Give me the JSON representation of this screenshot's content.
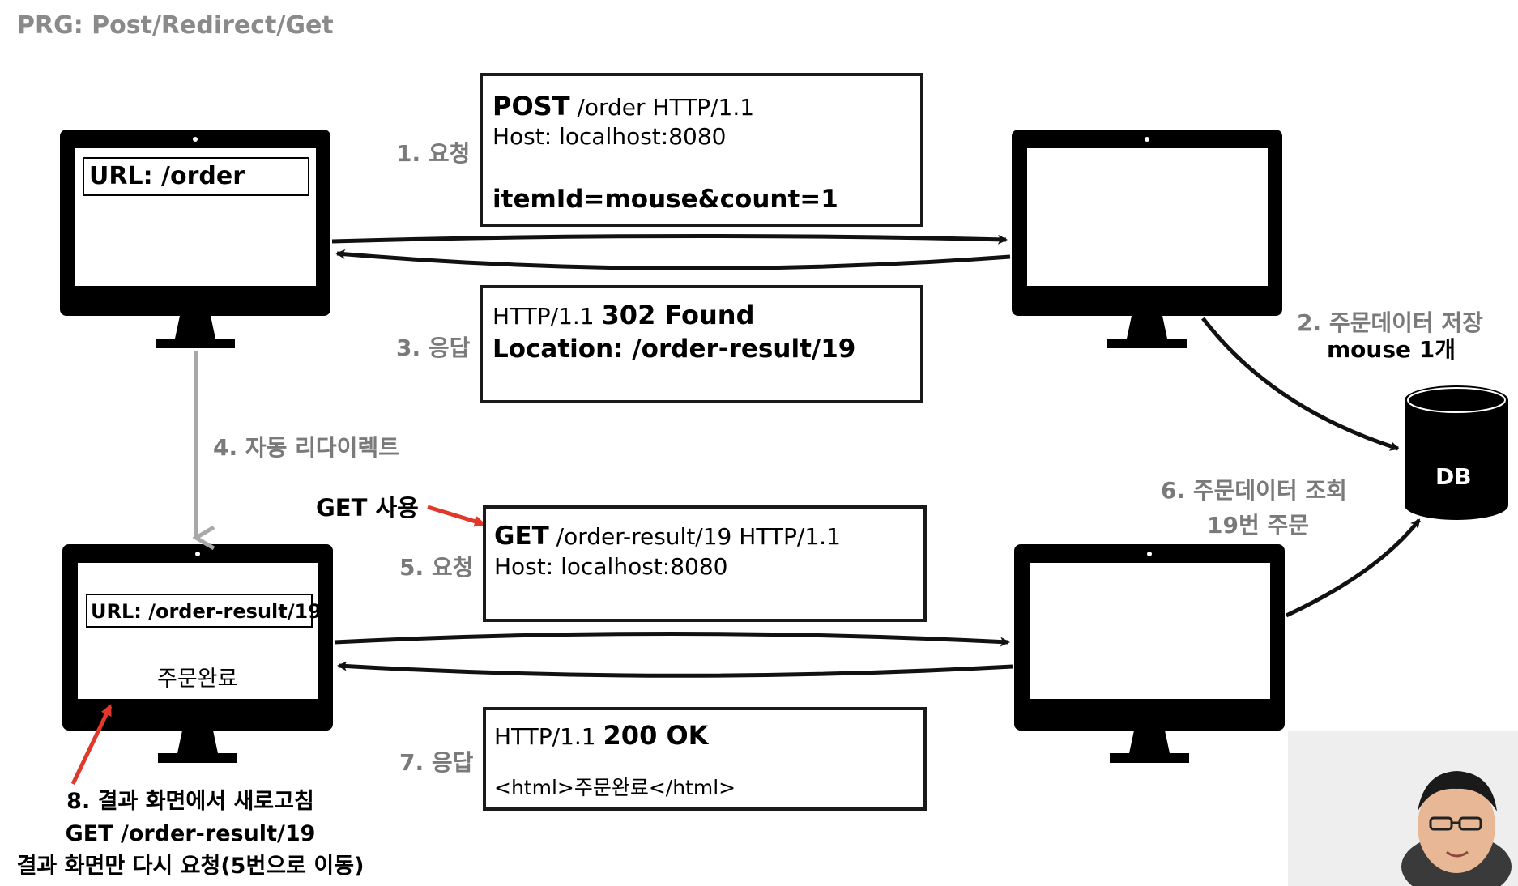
{
  "title": "PRG: Post/Redirect/Get",
  "steps": {
    "s1": "1. 요청",
    "s2a": "2. 주문데이터 저장",
    "s2b": "mouse 1개",
    "s3": "3. 응답",
    "s4": "4. 자동 리다이렉트",
    "s5": "5. 요청",
    "s6a": "6. 주문데이터 조회",
    "s6b": "19번 주문",
    "s7": "7. 응답",
    "s8a": "8. 결과 화면에서 새로고침",
    "s8b": "GET /order-result/19",
    "s8c": "결과 화면만 다시 요청(5번으로 이동)"
  },
  "boxes": {
    "post": {
      "method": "POST",
      "path": " /order HTTP/1.1",
      "host": "Host: localhost:8080",
      "body": "itemId=mouse&count=1"
    },
    "resp302": {
      "version": "HTTP/1.1 ",
      "status": "302 Found",
      "location": "Location: /order-result/19"
    },
    "get": {
      "method": "GET",
      "path": " /order-result/19 HTTP/1.1",
      "host": "Host: localhost:8080"
    },
    "resp200": {
      "version": "HTTP/1.1 ",
      "status": "200 OK",
      "body": "<html>주문완료</html>"
    }
  },
  "client_top": {
    "url": "URL: /order"
  },
  "client_bottom": {
    "url": "URL: /order-result/19",
    "content": "주문완료"
  },
  "get_note": "GET 사용",
  "db_label": "DB",
  "colors": {
    "accent_red": "#e0382b",
    "step_gray": "#7a7a7a",
    "arrow_gray": "#a8a8a8"
  }
}
